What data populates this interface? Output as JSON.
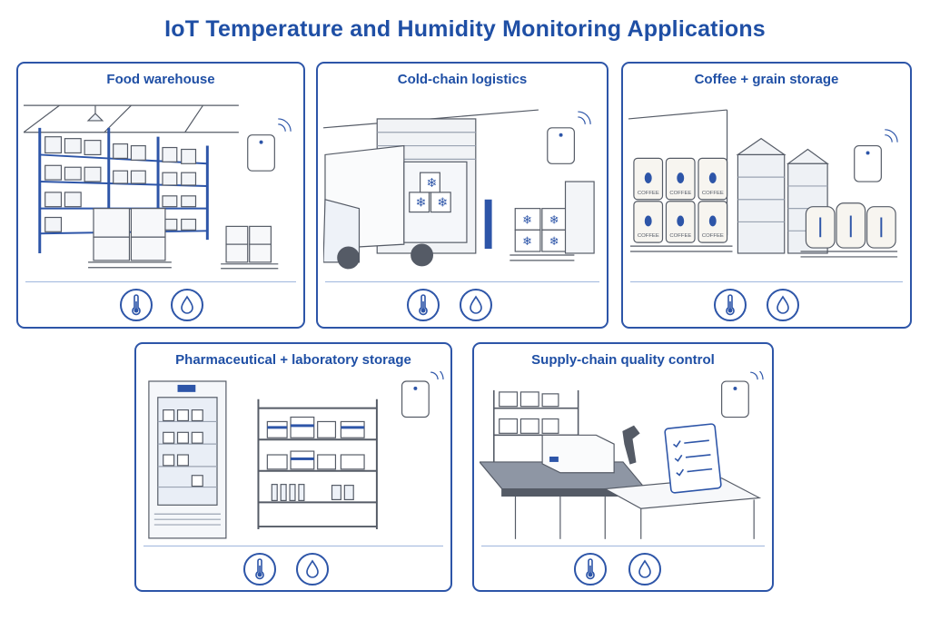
{
  "title": "IoT Temperature and Humidity Monitoring Applications",
  "colors": {
    "accent": "#1f4fa5",
    "border": "#2d55a8",
    "line": "#555b66",
    "fill": "#eef2f8"
  },
  "icons": [
    "thermometer-icon",
    "water-drop-icon",
    "wifi-sensor-icon"
  ],
  "panels": [
    {
      "title": "Food warehouse"
    },
    {
      "title": "Cold-chain logistics"
    },
    {
      "title": "Coffee + grain storage",
      "box_label": "COFFEE"
    },
    {
      "title": "Pharmaceutical + laboratory storage"
    },
    {
      "title": "Supply-chain quality control"
    }
  ]
}
